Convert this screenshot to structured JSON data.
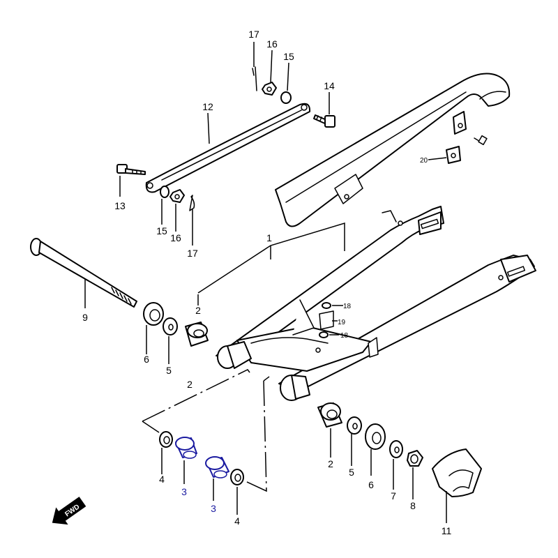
{
  "accent_color": "#1a1aa0",
  "line_color": "#000000",
  "background": "#ffffff",
  "fwd_badge": "FWD",
  "callouts": {
    "c1": "1",
    "c2a": "2",
    "c2b": "2",
    "c2c": "2",
    "c3a": "3",
    "c3b": "3",
    "c4a": "4",
    "c4b": "4",
    "c5a": "5",
    "c5b": "5",
    "c6a": "6",
    "c6b": "6",
    "c7": "7",
    "c8": "8",
    "c9": "9",
    "c11": "11",
    "c12": "12",
    "c13": "13",
    "c14": "14",
    "c15a": "15",
    "c15b": "15",
    "c16a": "16",
    "c16b": "16",
    "c17a": "17",
    "c17b": "17",
    "c18a": "18",
    "c18b": "18",
    "c19": "19",
    "c20": "20"
  },
  "highlighted_parts": [
    "3"
  ]
}
